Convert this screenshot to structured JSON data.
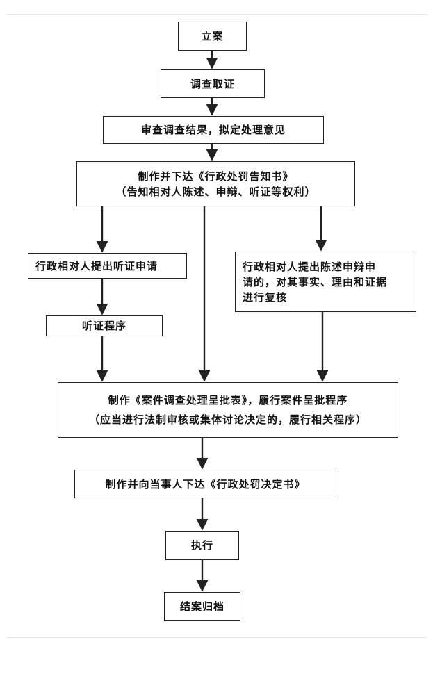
{
  "steps": {
    "filing": "立案",
    "investigation": "调查取证",
    "review": "审查调查结果，拟定处理意见",
    "notice_line1": "制作并下达《行政处罚告知书》",
    "notice_line2": "（告知相对人陈述、申辩、听证等权利）",
    "hearing_request": "行政相对人提出听证申请",
    "hearing_procedure": "听证程序",
    "defense_line1": "行政相对人提出陈述申辩申",
    "defense_line2": "请的，对其事实、理由和证据",
    "defense_line3": "进行复核",
    "approval_line1": "制作《案件调查处理呈批表》，履行案件呈批程序",
    "approval_line2": "（应当进行法制审核或集体讨论决定的，履行相关程序）",
    "decision": "制作并向当事人下达《行政处罚决定书》",
    "execution": "执行",
    "closing": "结案归档"
  },
  "colors": {
    "line": "#222222",
    "background": "#ffffff"
  }
}
